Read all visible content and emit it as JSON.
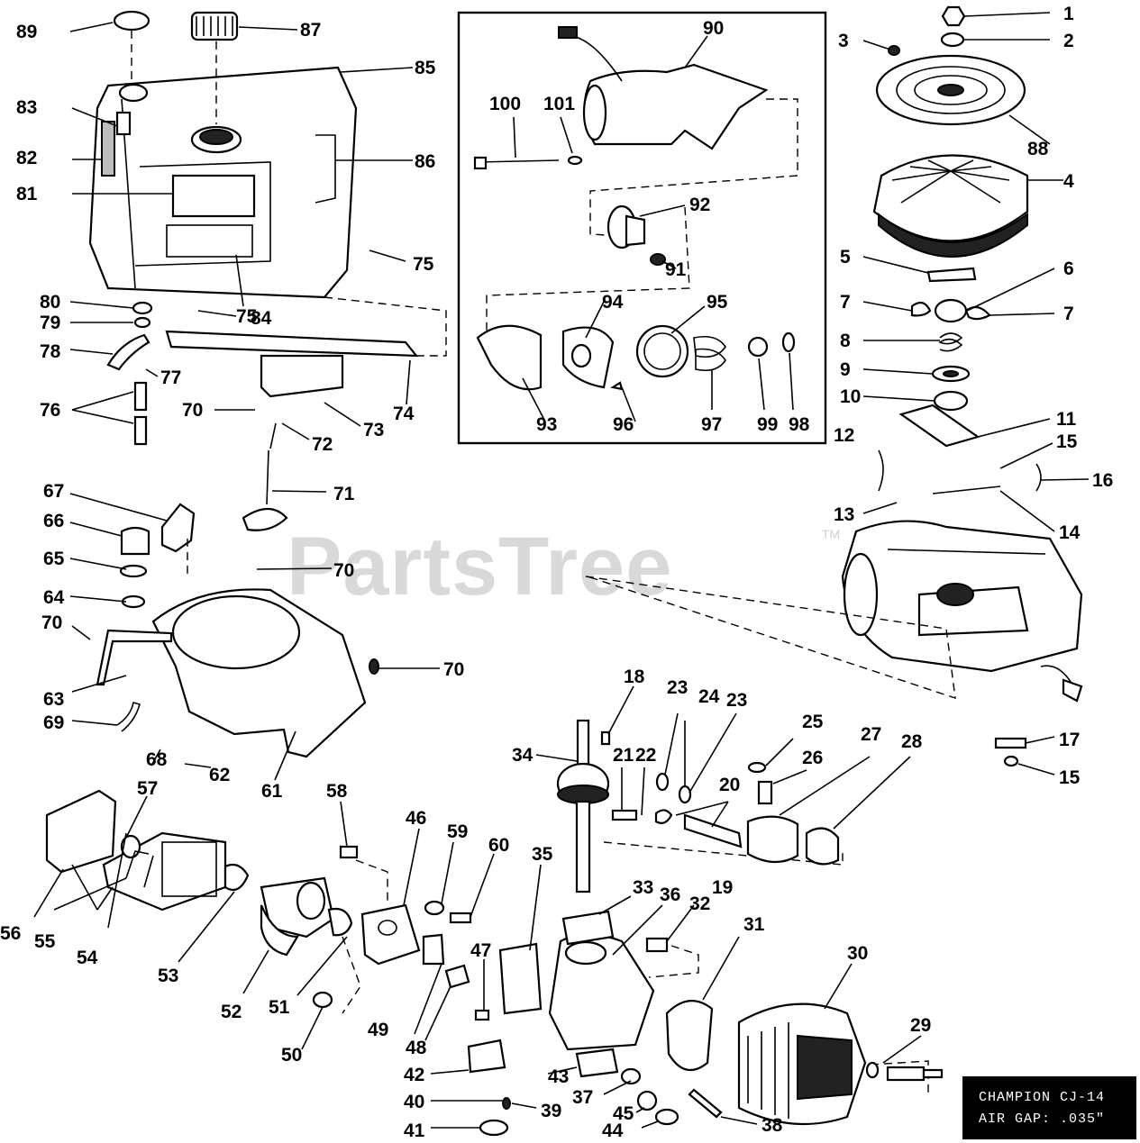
{
  "watermark": {
    "text": "PartsTree",
    "trademark": "TM"
  },
  "spec_label": {
    "line1": "CHAMPION CJ-14",
    "line2": "AIR GAP: .035\""
  },
  "callouts": [
    {
      "label": "1"
    },
    {
      "label": "2"
    },
    {
      "label": "3"
    },
    {
      "label": "4"
    },
    {
      "label": "5"
    },
    {
      "label": "6"
    },
    {
      "label": "7"
    },
    {
      "label": "7"
    },
    {
      "label": "8"
    },
    {
      "label": "9"
    },
    {
      "label": "10"
    },
    {
      "label": "11"
    },
    {
      "label": "12"
    },
    {
      "label": "13"
    },
    {
      "label": "14"
    },
    {
      "label": "15"
    },
    {
      "label": "15"
    },
    {
      "label": "16"
    },
    {
      "label": "17"
    },
    {
      "label": "18"
    },
    {
      "label": "19"
    },
    {
      "label": "20"
    },
    {
      "label": "21"
    },
    {
      "label": "22"
    },
    {
      "label": "23"
    },
    {
      "label": "23"
    },
    {
      "label": "24"
    },
    {
      "label": "25"
    },
    {
      "label": "26"
    },
    {
      "label": "27"
    },
    {
      "label": "28"
    },
    {
      "label": "29"
    },
    {
      "label": "30"
    },
    {
      "label": "31"
    },
    {
      "label": "32"
    },
    {
      "label": "33"
    },
    {
      "label": "34"
    },
    {
      "label": "35"
    },
    {
      "label": "36"
    },
    {
      "label": "37"
    },
    {
      "label": "38"
    },
    {
      "label": "39"
    },
    {
      "label": "40"
    },
    {
      "label": "41"
    },
    {
      "label": "42"
    },
    {
      "label": "43"
    },
    {
      "label": "44"
    },
    {
      "label": "45"
    },
    {
      "label": "46"
    },
    {
      "label": "47"
    },
    {
      "label": "48"
    },
    {
      "label": "49"
    },
    {
      "label": "50"
    },
    {
      "label": "51"
    },
    {
      "label": "52"
    },
    {
      "label": "53"
    },
    {
      "label": "54"
    },
    {
      "label": "55"
    },
    {
      "label": "56"
    },
    {
      "label": "57"
    },
    {
      "label": "58"
    },
    {
      "label": "59"
    },
    {
      "label": "60"
    },
    {
      "label": "61"
    },
    {
      "label": "62"
    },
    {
      "label": "63"
    },
    {
      "label": "64"
    },
    {
      "label": "65"
    },
    {
      "label": "66"
    },
    {
      "label": "67"
    },
    {
      "label": "68"
    },
    {
      "label": "69"
    },
    {
      "label": "70"
    },
    {
      "label": "70"
    },
    {
      "label": "70"
    },
    {
      "label": "70"
    },
    {
      "label": "71"
    },
    {
      "label": "72"
    },
    {
      "label": "73"
    },
    {
      "label": "74"
    },
    {
      "label": "75"
    },
    {
      "label": "75"
    },
    {
      "label": "76"
    },
    {
      "label": "77"
    },
    {
      "label": "78"
    },
    {
      "label": "79"
    },
    {
      "label": "80"
    },
    {
      "label": "81"
    },
    {
      "label": "82"
    },
    {
      "label": "83"
    },
    {
      "label": "84"
    },
    {
      "label": "85"
    },
    {
      "label": "86"
    },
    {
      "label": "87"
    },
    {
      "label": "88"
    },
    {
      "label": "89"
    },
    {
      "label": "90"
    },
    {
      "label": "91"
    },
    {
      "label": "92"
    },
    {
      "label": "93"
    },
    {
      "label": "94"
    },
    {
      "label": "95"
    },
    {
      "label": "96"
    },
    {
      "label": "97"
    },
    {
      "label": "98"
    },
    {
      "label": "99"
    },
    {
      "label": "100"
    },
    {
      "label": "101"
    }
  ]
}
